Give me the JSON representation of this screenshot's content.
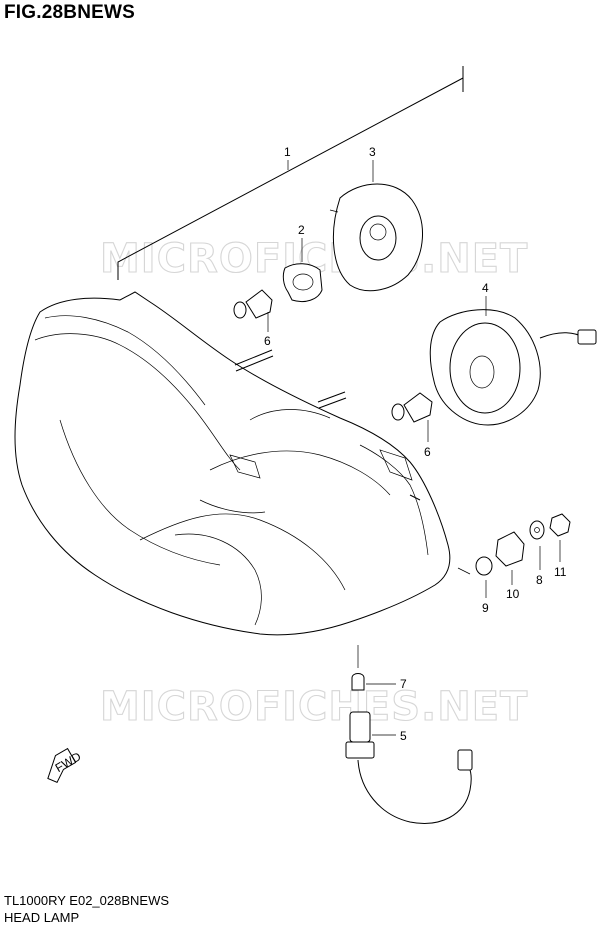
{
  "figure": {
    "title": "FIG.28BNEWS",
    "code": "TL1000RY E02_028BNEWS",
    "name": "HEAD LAMP"
  },
  "watermark": {
    "text": "MICROFICHES.NET"
  },
  "fwd_label": "FWD",
  "callouts": {
    "c1": "1",
    "c2": "2",
    "c3": "3",
    "c4": "4",
    "c5": "5",
    "c6a": "6",
    "c6b": "6",
    "c7": "7",
    "c8": "8",
    "c9": "9",
    "c10": "10",
    "c11": "11"
  }
}
